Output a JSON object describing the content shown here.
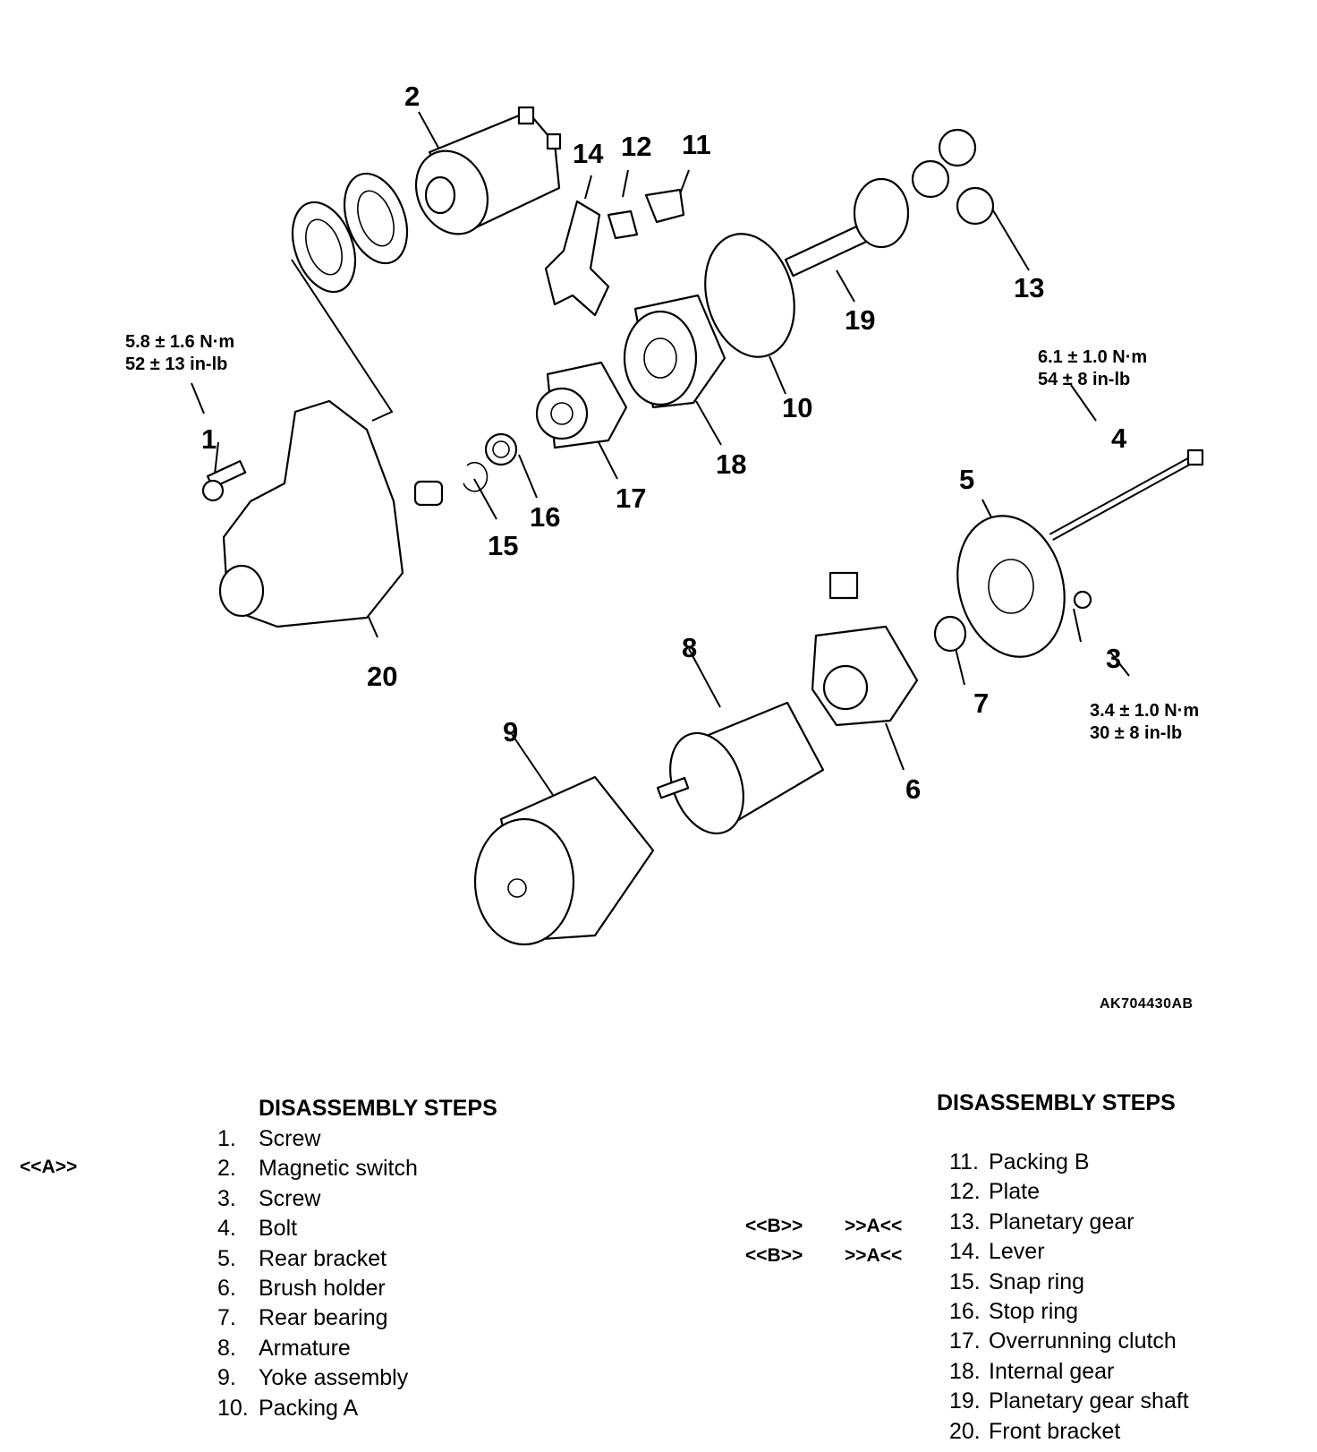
{
  "figure_code": "AK704430AB",
  "callouts": [
    "1",
    "2",
    "3",
    "4",
    "5",
    "6",
    "7",
    "8",
    "9",
    "10",
    "11",
    "12",
    "13",
    "14",
    "15",
    "16",
    "17",
    "18",
    "19",
    "20"
  ],
  "torque_specs": {
    "screw_1": {
      "metric": "5.8 ± 1.6 N·m",
      "imperial": "52 ± 13 in-lb"
    },
    "bolt_4": {
      "metric": "6.1 ± 1.0 N·m",
      "imperial": "54 ± 8 in-lb"
    },
    "screw_3": {
      "metric": "3.4 ± 1.0 N·m",
      "imperial": "30 ± 8 in-lb"
    }
  },
  "left_steps": {
    "title": "DISASSEMBLY STEPS",
    "items": [
      {
        "num": "1.",
        "label": "Screw",
        "mark": ""
      },
      {
        "num": "2.",
        "label": "Magnetic switch",
        "mark": "<<A>>"
      },
      {
        "num": "3.",
        "label": "Screw",
        "mark": ""
      },
      {
        "num": "4.",
        "label": "Bolt",
        "mark": ""
      },
      {
        "num": "5.",
        "label": "Rear bracket",
        "mark": ""
      },
      {
        "num": "6.",
        "label": "Brush holder",
        "mark": ""
      },
      {
        "num": "7.",
        "label": "Rear bearing",
        "mark": ""
      },
      {
        "num": "8.",
        "label": "Armature",
        "mark": ""
      },
      {
        "num": "9.",
        "label": "Yoke assembly",
        "mark": ""
      },
      {
        "num": "10.",
        "label": "Packing A",
        "mark": ""
      }
    ]
  },
  "right_steps": {
    "title": "DISASSEMBLY STEPS",
    "items": [
      {
        "num": "11.",
        "label": "Packing B",
        "mark_b": "",
        "mark_a": ""
      },
      {
        "num": "12.",
        "label": "Plate",
        "mark_b": "",
        "mark_a": ""
      },
      {
        "num": "13.",
        "label": "Planetary gear",
        "mark_b": "<<B>>",
        "mark_a": ">>A<<"
      },
      {
        "num": "14.",
        "label": "Lever",
        "mark_b": "<<B>>",
        "mark_a": ">>A<<"
      },
      {
        "num": "15.",
        "label": "Snap ring",
        "mark_b": "",
        "mark_a": ""
      },
      {
        "num": "16.",
        "label": "Stop ring",
        "mark_b": "",
        "mark_a": ""
      },
      {
        "num": "17.",
        "label": "Overrunning clutch",
        "mark_b": "",
        "mark_a": ""
      },
      {
        "num": "18.",
        "label": "Internal gear",
        "mark_b": "",
        "mark_a": ""
      },
      {
        "num": "19.",
        "label": "Planetary gear shaft",
        "mark_b": "",
        "mark_a": ""
      },
      {
        "num": "20.",
        "label": "Front bracket",
        "mark_b": "",
        "mark_a": ""
      }
    ]
  }
}
